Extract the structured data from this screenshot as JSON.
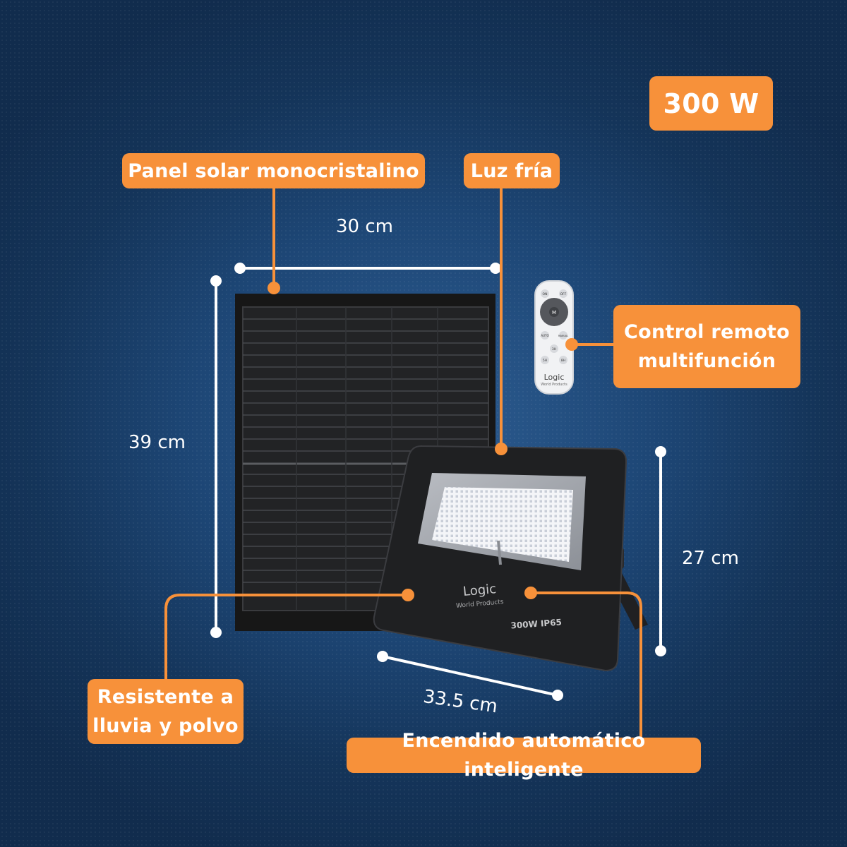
{
  "power_badge": "300 W",
  "labels": {
    "panel": "Panel solar monocristalino",
    "light": "Luz fría",
    "remote_line1": "Control remoto",
    "remote_line2": "multifunción",
    "resistant_line1": "Resistente a",
    "resistant_line2": "lluvia y polvo",
    "auto_on": "Encendido automático inteligente"
  },
  "dimensions": {
    "panel_width": "30 cm",
    "panel_height": "39 cm",
    "lamp_height": "27 cm",
    "lamp_width": "33.5 cm"
  },
  "lamp": {
    "brand": "Logic",
    "brand_sub": "World Products",
    "model": "300W IP65"
  },
  "remote": {
    "btn_on": "ON",
    "btn_off": "OFF",
    "btn_m": "M",
    "btn_auto": "AUTO",
    "btn_manual": "MANUAL",
    "btn_3h": "3H",
    "btn_5h": "5H",
    "btn_8h": "8H",
    "brand": "Logic",
    "brand_sub": "World Products"
  },
  "colors": {
    "accent": "#f7913a",
    "background": "#1d4675",
    "text": "#ffffff"
  }
}
